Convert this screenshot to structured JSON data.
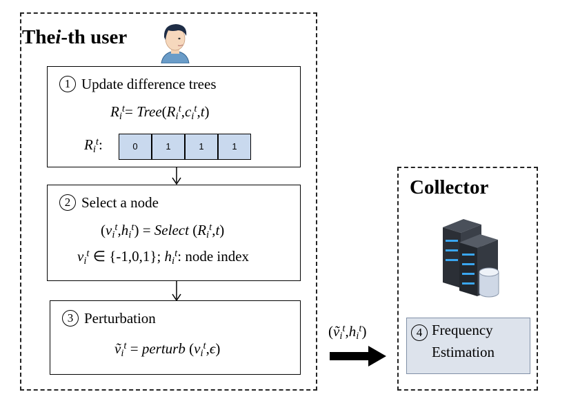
{
  "user_panel": {
    "title_prefix": "The",
    "title_i": "i",
    "title_suffix": "-th user"
  },
  "steps": [
    {
      "number": "1",
      "title": "Update difference trees",
      "formula": {
        "R": "R",
        "i": "i",
        "t": "t",
        "eq": "= ",
        "fn": "Tree",
        "open": "(",
        "comma1": ",",
        "c": "c",
        "comma2": ",",
        "close": ")"
      },
      "array_label": ":",
      "array_values": [
        "0",
        "1",
        "1",
        "1"
      ]
    },
    {
      "number": "2",
      "title": "Select a node",
      "formula": {
        "open": "(",
        "v": "v",
        "comma": ",",
        "h": "h",
        "close_eq": ") = ",
        "fn": "Select",
        "open2": " (",
        "comma2": ",",
        "close2": ")"
      },
      "note": {
        "in_set": " ∈ {-1,0,1};  ",
        "colon_text": ": node index"
      }
    },
    {
      "number": "3",
      "title": "Perturbation",
      "formula": {
        "v_tilde": "ṽ",
        "eq": " = ",
        "fn": "perturb",
        "open": " (",
        "comma": ",",
        "eps": "ϵ",
        "close": ")"
      }
    }
  ],
  "transmission": {
    "open": "(",
    "v_tilde": "ṽ",
    "comma": ",",
    "h": "h",
    "close": ")"
  },
  "collector": {
    "title": "Collector",
    "step_number": "4",
    "step_line1": "Frequency",
    "step_line2": "Estimation"
  },
  "icons": [
    "user-avatar-icon",
    "server-icon",
    "database-icon",
    "down-arrow-icon",
    "right-arrow-icon"
  ],
  "colors": {
    "cell_fill": "#c9d9ee",
    "estimation_fill": "#dde3ec",
    "server_dark": "#2b2f36",
    "server_led": "#3aa6f0"
  }
}
